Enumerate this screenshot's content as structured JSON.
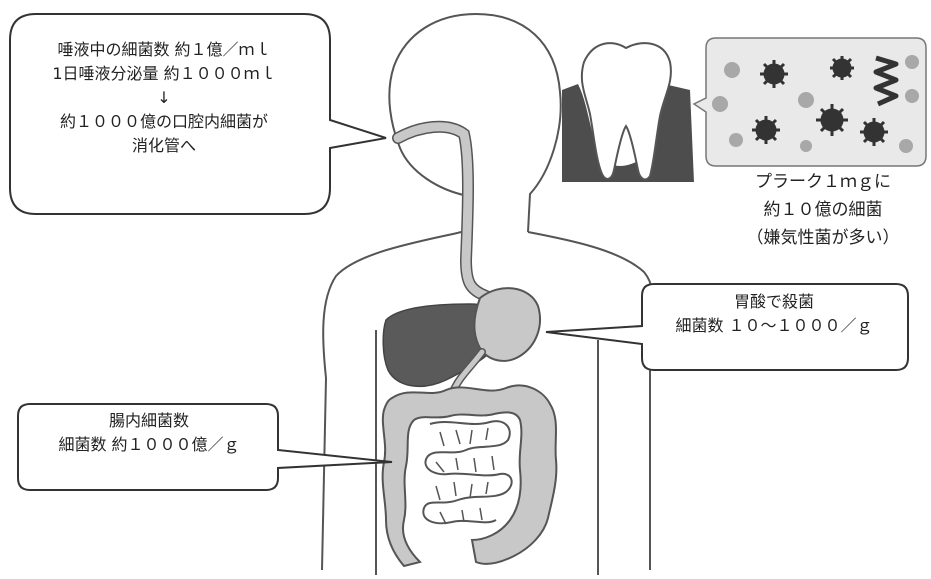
{
  "mouth_callout": {
    "line1": "唾液中の細菌数 約１億／ｍｌ",
    "line2": "1日唾液分泌量 約１０００ｍｌ",
    "arrow": "↓",
    "line3": "約１０００億の口腔内細菌が",
    "line4": "消化管へ"
  },
  "plaque_callout": {
    "line1": "プラーク１ｍｇに",
    "line2": "約１０億の細菌",
    "line3": "（嫌気性菌が多い）"
  },
  "stomach_callout": {
    "line1": "胃酸で殺菌",
    "line2": "細菌数 １０〜１０００／ｇ"
  },
  "gut_callout": {
    "line1": "腸内細菌数",
    "line2": "細菌数 約１０００億／ｇ"
  },
  "colors": {
    "body_outline": "#555555",
    "organ_light": "#c8c8c8",
    "organ_dark": "#5a5a5a",
    "gum": "#4d4d4d",
    "bacteria_dark": "#333333",
    "bacteria_light": "#a8a8a8",
    "panel_bg": "#e9e9e9"
  }
}
